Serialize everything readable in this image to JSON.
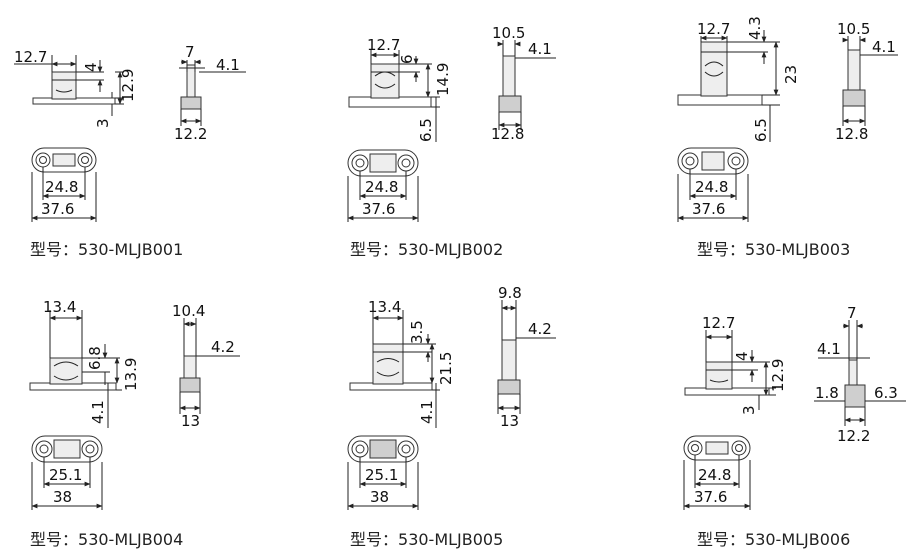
{
  "colors": {
    "line": "#222222",
    "part_fill": "#eeeeee",
    "part_dark": "#cfcfcf",
    "background": "#ffffff"
  },
  "model_prefix": "型号：",
  "parts": [
    {
      "model": "530-MLJB001",
      "front": {
        "top_width": "12.7",
        "cap_height": "4",
        "total_height": "12.9",
        "base_thickness": "3"
      },
      "side": {
        "top_width": "7",
        "cap_width": "4.1",
        "base_width": "12.2"
      },
      "bottom": {
        "hole_span": "24.8",
        "length": "37.6"
      }
    },
    {
      "model": "530-MLJB002",
      "front": {
        "top_width": "12.7",
        "cap_height": "6",
        "total_height": "14.9",
        "base_thickness": "6.5"
      },
      "side": {
        "top_width": "10.5",
        "cap_width": "4.1",
        "base_width": "12.8"
      },
      "bottom": {
        "hole_span": "24.8",
        "length": "37.6"
      }
    },
    {
      "model": "530-MLJB003",
      "front": {
        "top_width": "12.7",
        "cap_height": "4.3",
        "total_height": "23",
        "base_thickness": "6.5"
      },
      "side": {
        "top_width": "10.5",
        "cap_width": "4.1",
        "base_width": "12.8"
      },
      "bottom": {
        "hole_span": "24.8",
        "length": "37.6"
      }
    },
    {
      "model": "530-MLJB004",
      "front": {
        "top_width": "13.4",
        "cap_height": "6.8",
        "total_height": "13.9",
        "base_thickness": "4.1"
      },
      "side": {
        "top_width": "10.4",
        "cap_width": "4.2",
        "base_width": "13"
      },
      "bottom": {
        "hole_span": "25.1",
        "length": "38"
      }
    },
    {
      "model": "530-MLJB005",
      "front": {
        "top_width": "13.4",
        "cap_height": "3.5",
        "total_height": "21.5",
        "base_thickness": "4.1"
      },
      "side": {
        "top_width": "9.8",
        "cap_width": "4.2",
        "base_width": "13"
      },
      "bottom": {
        "hole_span": "25.1",
        "length": "38"
      }
    },
    {
      "model": "530-MLJB006",
      "front": {
        "top_width": "12.7",
        "cap_height": "4",
        "total_height": "12.9",
        "base_thickness": "3"
      },
      "side": {
        "top_width": "7",
        "cap_width": "4.1",
        "left_offset": "1.8",
        "right_width": "6.3",
        "base_width": "12.2"
      },
      "bottom": {
        "hole_span": "24.8",
        "length": "37.6"
      }
    }
  ]
}
